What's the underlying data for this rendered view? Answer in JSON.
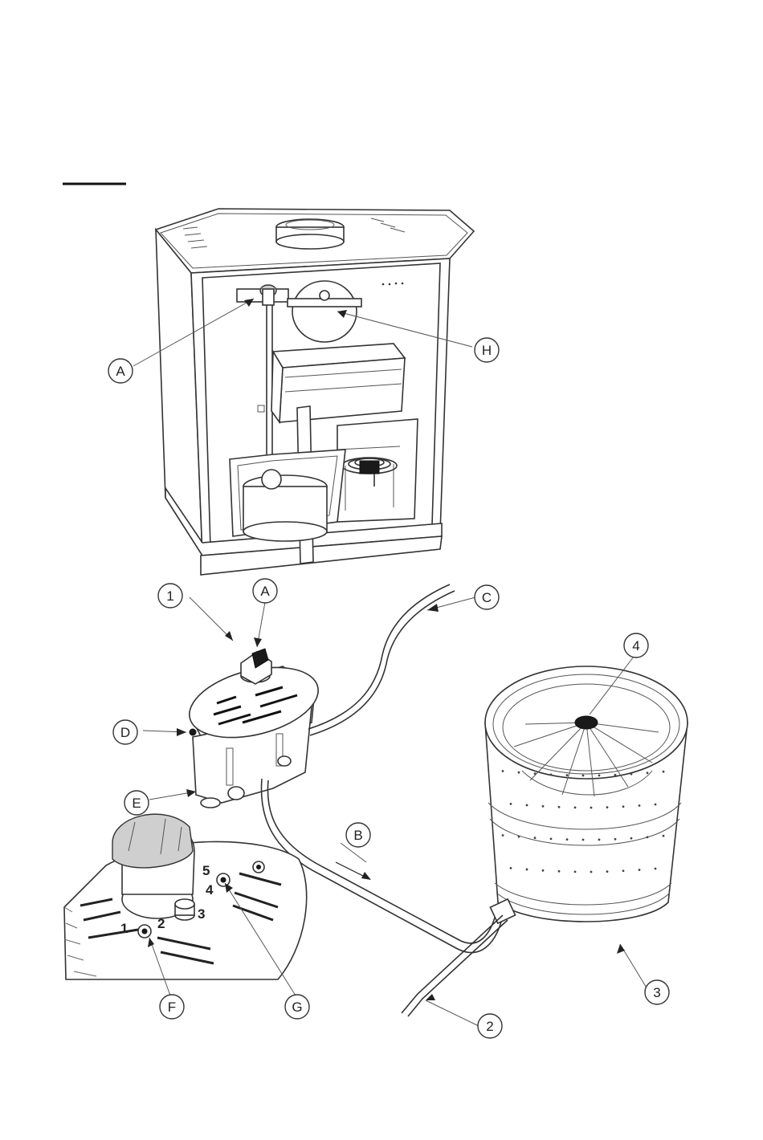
{
  "diagram": {
    "callouts": [
      {
        "id": "A_top",
        "label": "A"
      },
      {
        "id": "H",
        "label": "H"
      },
      {
        "id": "1",
        "label": "1"
      },
      {
        "id": "A_mid",
        "label": "A"
      },
      {
        "id": "C",
        "label": "C"
      },
      {
        "id": "4",
        "label": "4"
      },
      {
        "id": "D",
        "label": "D"
      },
      {
        "id": "E",
        "label": "E"
      },
      {
        "id": "B",
        "label": "B"
      },
      {
        "id": "F",
        "label": "F"
      },
      {
        "id": "G",
        "label": "G"
      },
      {
        "id": "2",
        "label": "2"
      },
      {
        "id": "3",
        "label": "3"
      }
    ],
    "dial_numbers": [
      "1",
      "2",
      "3",
      "4",
      "5"
    ]
  }
}
